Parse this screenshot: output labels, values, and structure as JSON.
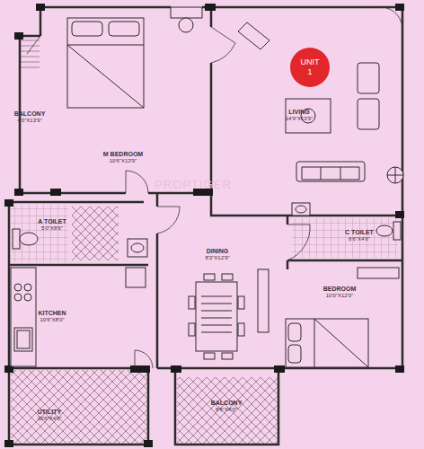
{
  "diagram": {
    "nodes": [
      {
        "text": [
          "UNIT 1"
        ]
      },
      {
        "text": [
          "LIVING",
          "14'9\"X13'9\""
        ]
      },
      {
        "text": [
          "BALCONY",
          "4'0\"X13'9\""
        ]
      },
      {
        "text": [
          "M BEDROOM",
          "10'6\"X13'9\""
        ]
      },
      {
        "text": [
          "A TOILET",
          "5'0\"X8'6\""
        ]
      },
      {
        "text": [
          "C TOILET",
          "6'6\"X4'6\""
        ]
      },
      {
        "text": [
          "DINING",
          "8'3\"X12'9\""
        ]
      },
      {
        "text": [
          "KITCHEN",
          "10'6\"X8'0\""
        ]
      },
      {
        "text": [
          "BEDROOM",
          "10'0\"X12'0\""
        ]
      },
      {
        "text": [
          "UTILITY",
          "10'6\"X4'0\""
        ]
      },
      {
        "text": [
          "BALCONY",
          "8'6\"X4'0\""
        ]
      }
    ],
    "labels": [
      "PROPTIGER"
    ]
  }
}
